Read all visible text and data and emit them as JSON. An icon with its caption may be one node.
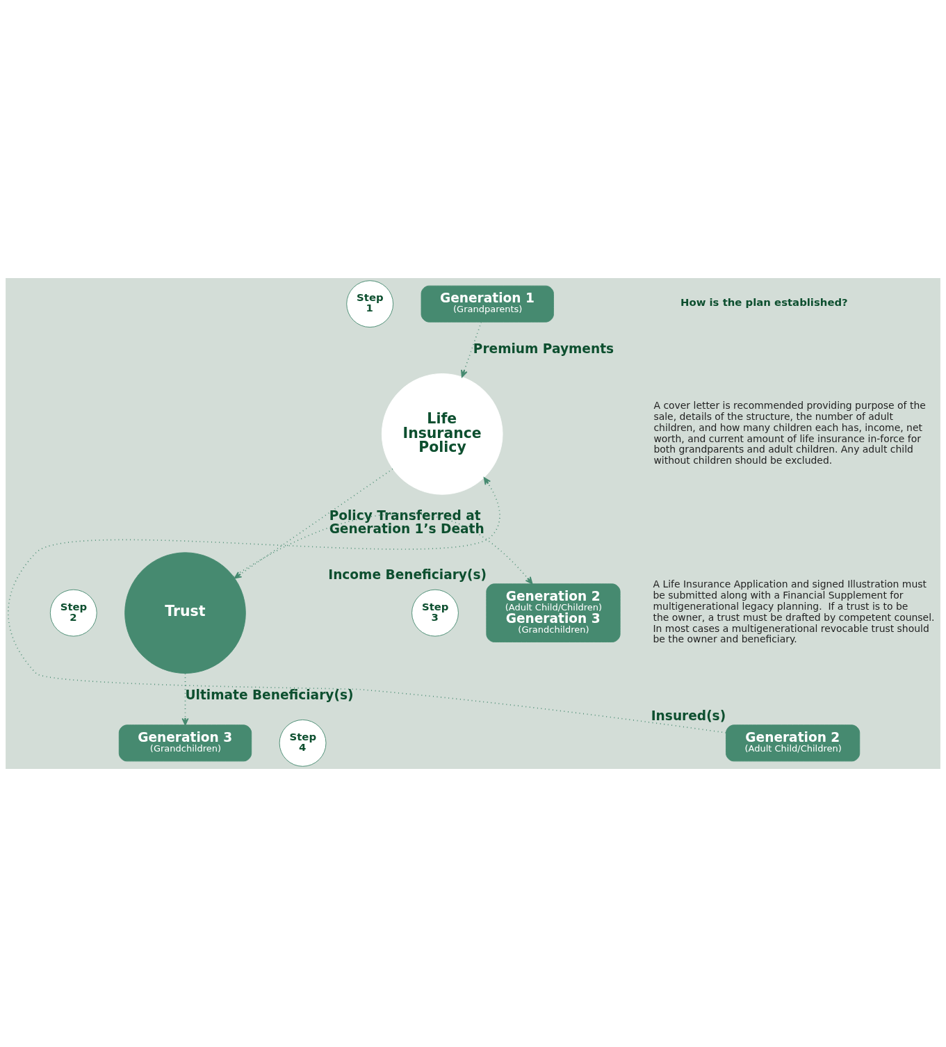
{
  "diagram": {
    "nodes": [
      {
        "text": [
          "Step 1"
        ]
      },
      {
        "text": [
          "Generation 1",
          "(Grandparents)"
        ]
      },
      {
        "text": [
          "Life Insurance Policy"
        ]
      },
      {
        "text": [
          "Generation 2",
          "(Adult Child/Children)"
        ],
        "beside": [
          "Insured(s)"
        ]
      },
      {
        "text": [
          "Step 2"
        ]
      },
      {
        "text": [
          "Trust"
        ]
      },
      {
        "text": [
          "Step 3"
        ]
      },
      {
        "text": [
          "Generation 2",
          "(Adult Child/Children)",
          "Generation 3",
          "(Grandchildren)"
        ],
        "beside": [
          "Income Beneficiary(s)"
        ]
      },
      {
        "text": [
          "Step 4"
        ]
      },
      {
        "text": [
          "Generation 3",
          "(Grandchildren)"
        ]
      }
    ],
    "edges": [
      {
        "from": 1,
        "to": 2,
        "arrow": "to",
        "label": "Premium Payments"
      },
      {
        "from": 3,
        "to": 2,
        "arrow": "to"
      },
      {
        "from": 2,
        "to": 5,
        "arrow": "to",
        "label": "Policy Transferred at Generation 1’s Death"
      },
      {
        "from": 5,
        "to": 7,
        "arrow": "to"
      },
      {
        "from": 5,
        "to": 9,
        "arrow": "to",
        "label": "Ultimate Beneficiary(s)"
      }
    ],
    "labels": [
      "How is the plan established?",
      "A cover letter is recommended providing purpose of the sale, details of the structure, the number of adult children, and how many children each has, income, net worth, and current amount of life insurance in-force for both grandparents and adult children. Any adult child without children should be excluded.",
      "A Life Insurance Application and signed Illustration must be submitted along with a Financial Supplement for multigenerational legacy planning.  If a trust is to be the owner, a trust must be drafted by competent counsel.  In most cases a multigenerational revocable trust should be the owner and beneficiary."
    ]
  }
}
